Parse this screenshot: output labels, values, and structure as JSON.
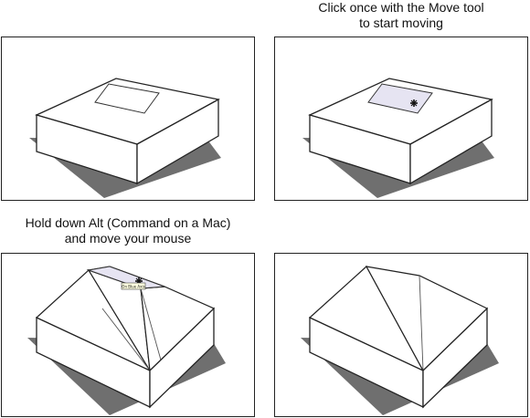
{
  "captions": {
    "top_right_line1": "Click once with the Move tool",
    "top_right_line2": "to start moving",
    "bottom_left_line1": "Hold down Alt (Command on a Mac)",
    "bottom_left_line2": "and move your mouse"
  },
  "tooltip": {
    "text": "On Blue Axis"
  },
  "colors": {
    "highlight": "#e6e4f2",
    "shadow": "#6f6f6f",
    "outline": "#222222"
  }
}
